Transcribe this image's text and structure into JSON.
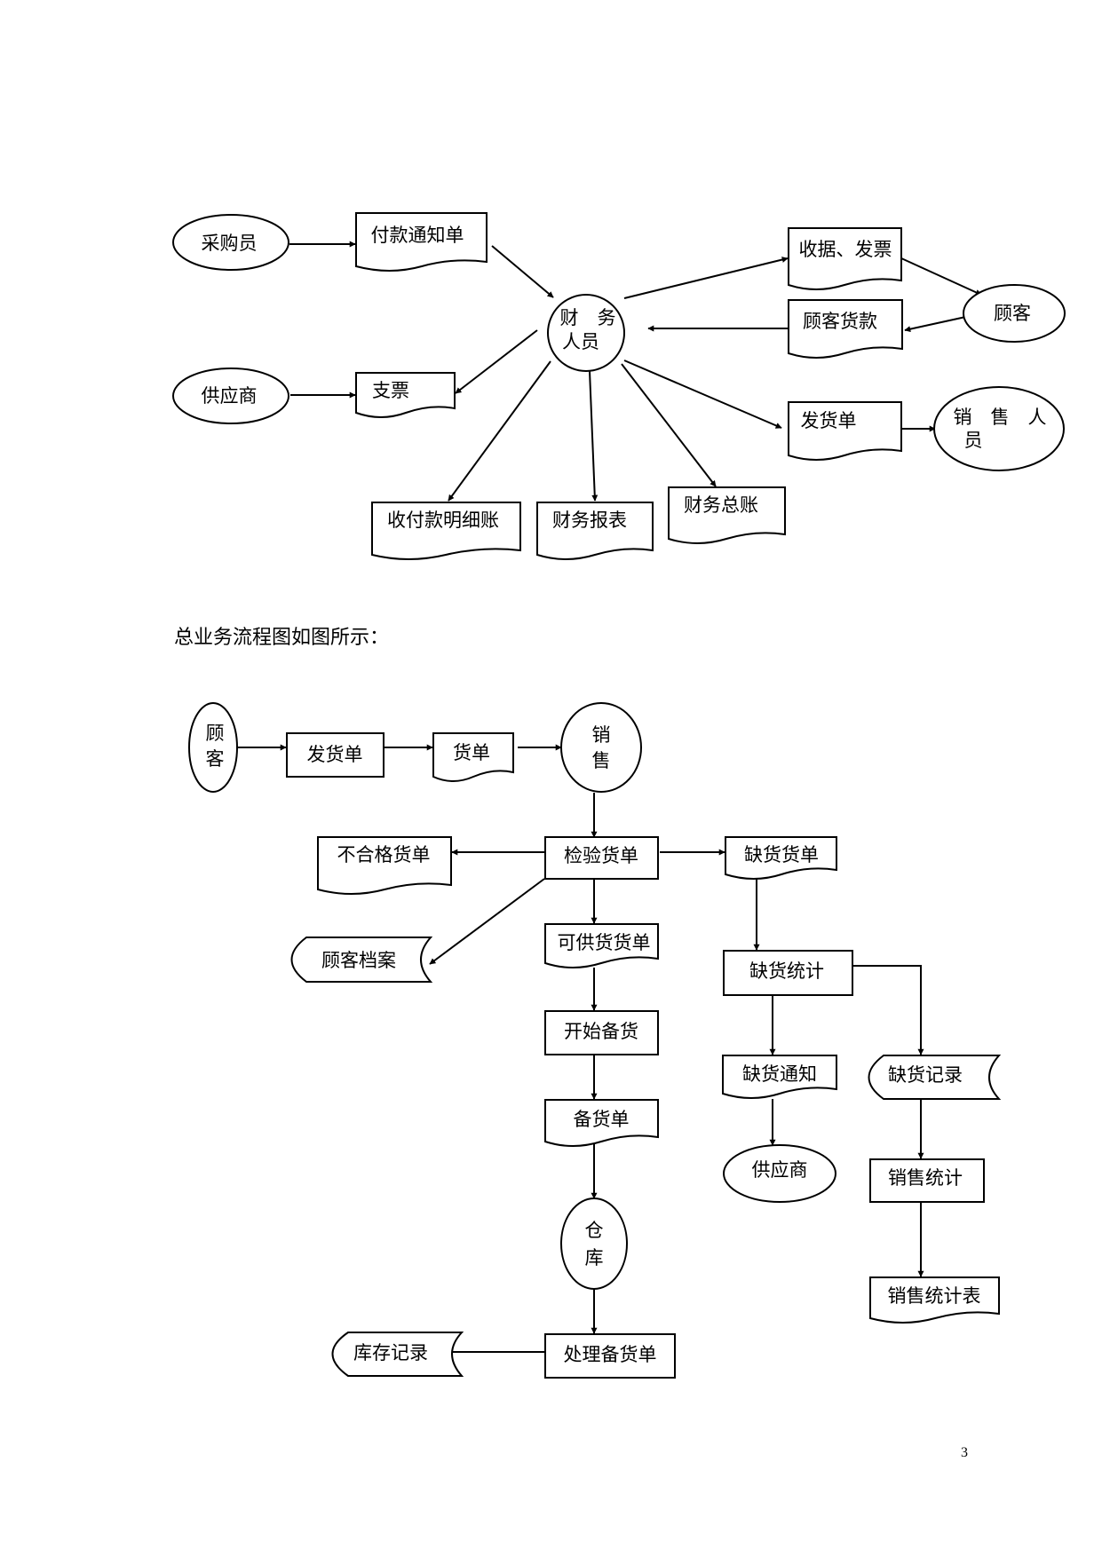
{
  "diagram1": {
    "nodes": {
      "caigouyuan": "采购员",
      "fukuan_tongzhidan": "付款通知单",
      "caiwu_renyuan_1": "财　务",
      "caiwu_renyuan_2": "人员",
      "shouju_fapiao": "收据、发票",
      "guke": "顾客",
      "guke_huokuan": "顾客货款",
      "gongyingshang": "供应商",
      "zhipiao": "支票",
      "fahuodan": "发货单",
      "xiaoshou_renyuan_1": "销　售　人",
      "xiaoshou_renyuan_2": "员",
      "shoufukuan_mingxizhang": "收付款明细账",
      "caiwu_baobiao": "财务报表",
      "caiwu_zongzhang": "财务总账"
    }
  },
  "caption": "总业务流程图如图所示：",
  "diagram2": {
    "nodes": {
      "guke_1": "顾",
      "guke_2": "客",
      "fahuodan": "发货单",
      "huodan": "货单",
      "xiaoshou_1": "销",
      "xiaoshou_2": "售",
      "buhege_huodan": "不合格货单",
      "jianyan_huodan": "检验货单",
      "quehuodan": "缺货货单",
      "guke_dangan": "顾客档案",
      "kegong_huodan": "可供货货单",
      "quehuo_tongji": "缺货统计",
      "kaishi_beihuo": "开始备货",
      "quehuo_tongzhi": "缺货通知",
      "quehuo_jilu": "缺货记录",
      "beihuodan": "备货单",
      "gongyingshang": "供应商",
      "xiaoshou_tongji": "销售统计",
      "cangku_1": "仓",
      "cangku_2": "库",
      "xiaoshou_tongjibiao": "销售统计表",
      "kucun_jilu": "库存记录",
      "chuli_beihuodan": "处理备货单"
    }
  },
  "page_number": "3"
}
